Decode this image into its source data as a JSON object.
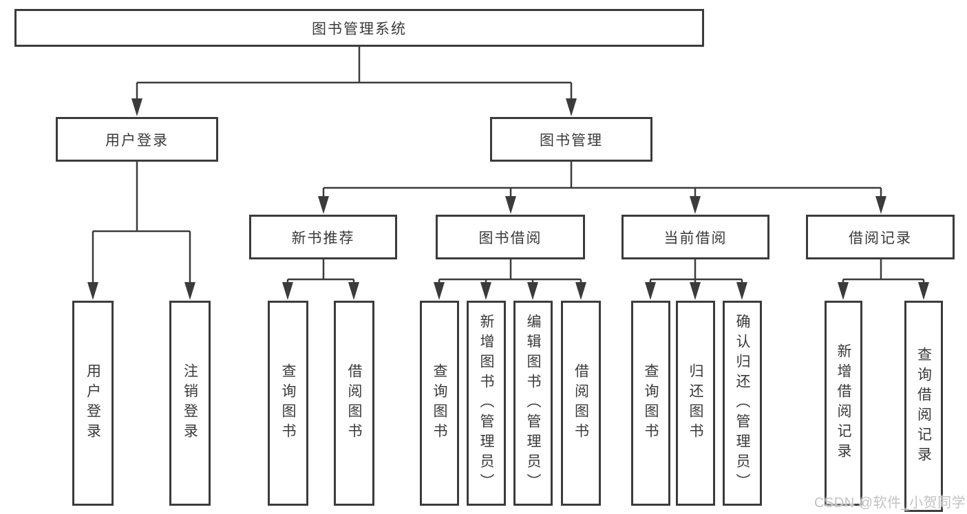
{
  "tree": {
    "label": "图书管理系统",
    "children": [
      {
        "label": "用户登录",
        "children": [
          {
            "label": "用户登录"
          },
          {
            "label": "注销登录"
          }
        ]
      },
      {
        "label": "图书管理",
        "children": [
          {
            "label": "新书推荐",
            "children": [
              {
                "label": "查询图书"
              },
              {
                "label": "借阅图书"
              }
            ]
          },
          {
            "label": "图书借阅",
            "children": [
              {
                "label": "查询图书"
              },
              {
                "label": "新增图书（管理员）"
              },
              {
                "label": "编辑图书（管理员）"
              },
              {
                "label": "借阅图书"
              }
            ]
          },
          {
            "label": "当前借阅",
            "children": [
              {
                "label": "查询图书"
              },
              {
                "label": "归还图书"
              },
              {
                "label": "确认归还（管理员）"
              }
            ]
          },
          {
            "label": "借阅记录",
            "children": [
              {
                "label": "新增借阅记录"
              },
              {
                "label": "查询借阅记录"
              }
            ]
          }
        ]
      }
    ]
  },
  "watermark": {
    "text": "CSDN @软件_小贺同学"
  },
  "colors": {
    "line": "#3b3b3b",
    "text": "#3a3a3a",
    "watermark": "#c2c2c2",
    "background": "#ffffff"
  }
}
